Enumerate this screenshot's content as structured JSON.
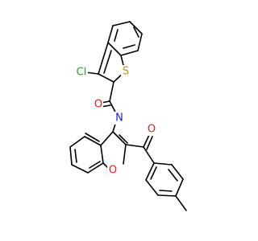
{
  "colors": {
    "bond": "#000000",
    "Cl": "#1fa51f",
    "S": "#b8a200",
    "N": "#1c1cd8",
    "O": "#e31c1c",
    "background": "#ffffff"
  },
  "atoms": {
    "cl": "Cl",
    "s": "S",
    "n": "N",
    "o_amide": "O",
    "o_furan": "O",
    "o_ketone": "O"
  }
}
